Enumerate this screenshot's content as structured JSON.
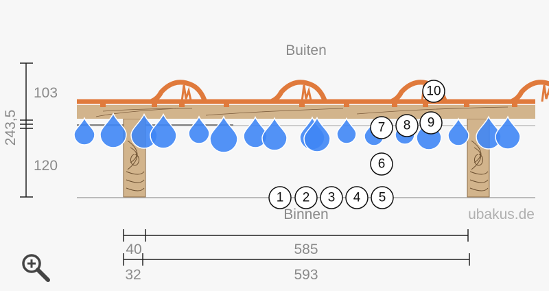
{
  "labels": {
    "outside": "Buiten",
    "inside": "Binnen",
    "watermark": "ubakus.de"
  },
  "vertical_dimensions": {
    "total": "243,5",
    "upper": "103",
    "lower": "120"
  },
  "horizontal_dimensions": {
    "row1": {
      "left": "40",
      "right": "585"
    },
    "row2": {
      "left": "32",
      "right": "593"
    }
  },
  "layer_markers": [
    "1",
    "2",
    "3",
    "4",
    "5",
    "6",
    "7",
    "8",
    "9",
    "10"
  ],
  "colors": {
    "tile": "#e07a3c",
    "wood": "#d2b48c",
    "drop": "#3f86f5",
    "text": "#8a8a8a"
  },
  "icons": {
    "zoom": "zoom-in-icon"
  }
}
